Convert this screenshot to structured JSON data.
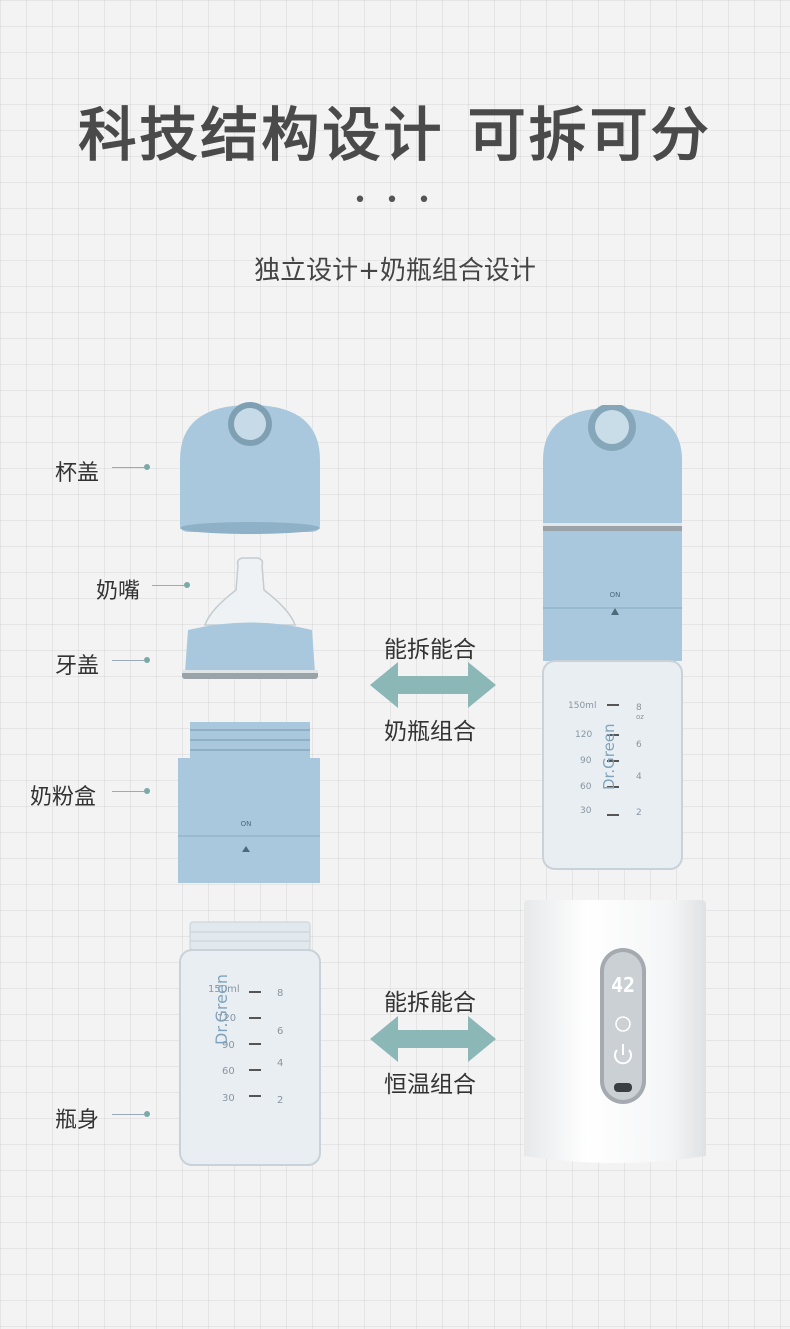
{
  "header": {
    "title": "科技结构设计 可拆可分",
    "dots": "• • •",
    "subtitle": "独立设计+奶瓶组合设计"
  },
  "parts": {
    "cup_lid": "杯盖",
    "nipple": "奶嘴",
    "collar": "牙盖",
    "powder_box": "奶粉盒",
    "bottle_body": "瓶身"
  },
  "arrows": {
    "top": {
      "above": "能拆能合",
      "below": "奶瓶组合"
    },
    "bottom": {
      "above": "能拆能合",
      "below": "恒温组合"
    }
  },
  "bottle_markings": {
    "capacity": "150ml",
    "brand": "Dr.Green",
    "ml_scale": [
      "120",
      "90",
      "60",
      "30"
    ],
    "oz_scale": [
      "8",
      "6",
      "4",
      "2"
    ],
    "oz_unit": "oz",
    "on_label": "ON"
  },
  "warmer": {
    "display": "42"
  },
  "colors": {
    "blue": "#a9c8dd",
    "arrow": "#8bb7b7",
    "glass": "#e9eef2"
  }
}
